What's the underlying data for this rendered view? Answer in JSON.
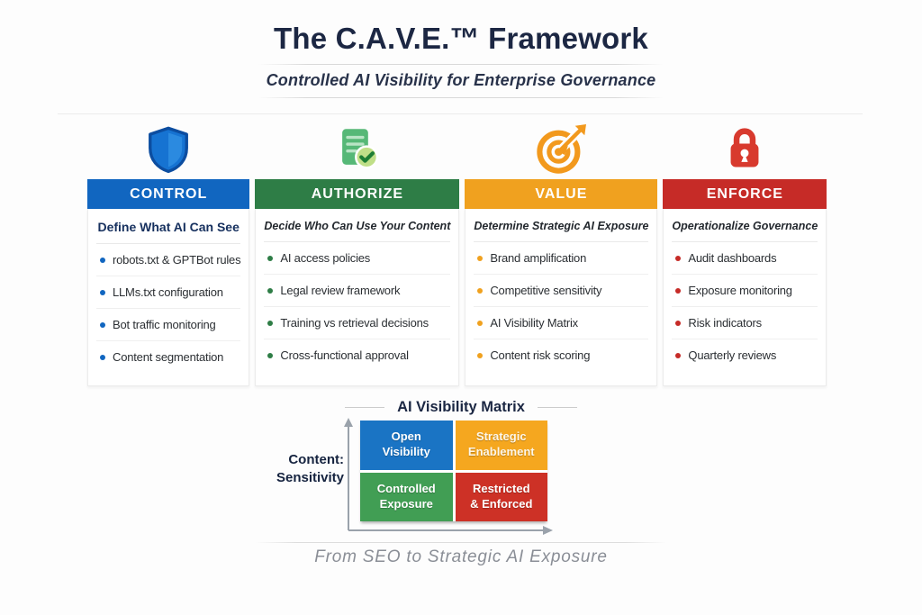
{
  "header": {
    "title": "The C.A.V.E.™ Framework",
    "subtitle": "Controlled AI Visibility for Enterprise Governance"
  },
  "pillars": [
    {
      "name": "CONTROL",
      "color": "#1166c0",
      "icon": "shield-icon",
      "subtitle": "Define What AI Can See",
      "items": [
        "robots.txt & GPTBot rules",
        "LLMs.txt configuration",
        "Bot traffic monitoring",
        "Content segmentation"
      ]
    },
    {
      "name": "AUTHORIZE",
      "color": "#2e7d46",
      "icon": "document-check-icon",
      "subtitle": "Decide Who Can Use Your Content",
      "items": [
        "AI access policies",
        "Legal review framework",
        "Training vs retrieval decisions",
        "Cross-functional approval"
      ]
    },
    {
      "name": "VALUE",
      "color": "#f0a11f",
      "icon": "target-icon",
      "subtitle": "Determine Strategic AI Exposure",
      "items": [
        "Brand amplification",
        "Competitive sensitivity",
        "AI Visibility Matrix",
        "Content risk scoring"
      ]
    },
    {
      "name": "ENFORCE",
      "color": "#c62b27",
      "icon": "lock-icon",
      "subtitle": "Operationalize Governance",
      "items": [
        "Audit dashboards",
        "Exposure monitoring",
        "Risk indicators",
        "Quarterly reviews"
      ]
    }
  ],
  "matrix": {
    "title": "AI Visibility Matrix",
    "y_axis_label_line1": "Content:",
    "y_axis_label_line2": "Sensitivity",
    "quadrants": [
      {
        "label": "Open Visibility",
        "color": "#1a74c4"
      },
      {
        "label": "Strategic Enablement",
        "color": "#f5a71f"
      },
      {
        "label": "Controlled Exposure",
        "color": "#419e54"
      },
      {
        "label": "Restricted & Enforced",
        "color": "#cd3126"
      }
    ]
  },
  "footer": {
    "tagline": "From SEO to Strategic AI Exposure"
  }
}
